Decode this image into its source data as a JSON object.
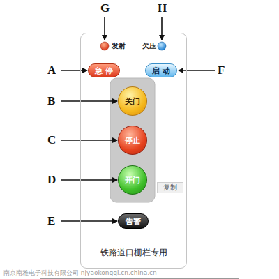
{
  "diagram": {
    "nodes": [
      {
        "text": [
          "铁路道口栅栏专用"
        ]
      },
      {
        "text": [
          "急 停"
        ],
        "in": 0
      },
      {
        "text": [
          "启 动"
        ],
        "in": 0
      },
      {
        "text": [
          "关门"
        ],
        "in": 0
      },
      {
        "text": [
          "停止"
        ],
        "in": 0
      },
      {
        "text": [
          "开门"
        ],
        "in": 0
      },
      {
        "text": [
          "复制"
        ],
        "in": 0
      },
      {
        "text": [
          "告警"
        ],
        "in": 0
      }
    ],
    "labels": [
      "G",
      "H",
      "发射",
      "欠压",
      "A",
      "F",
      "B",
      "C",
      "D",
      "E",
      "南京南雅电子科技有限公司 njyaokongqi.cn.china.cn"
    ]
  }
}
